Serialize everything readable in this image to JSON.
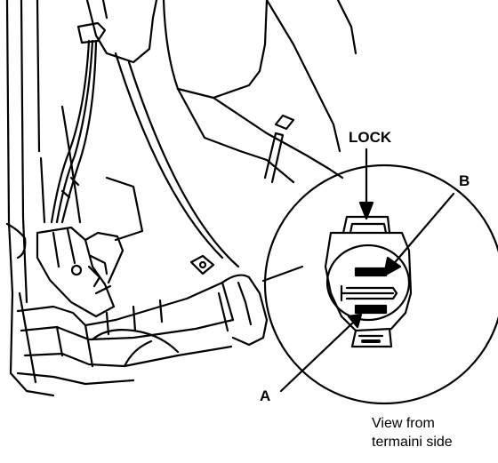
{
  "labels": {
    "lock": "LOCK",
    "a": "A",
    "b": "B",
    "view_line1": "View from",
    "view_line2": "termaini side"
  },
  "colors": {
    "ink": "#000000",
    "paper": "#ffffff"
  },
  "icons": {
    "lock_arrow": "arrow-down-icon",
    "pointer_a": "arrow-up-right-icon",
    "pointer_b": "arrow-down-left-icon"
  }
}
